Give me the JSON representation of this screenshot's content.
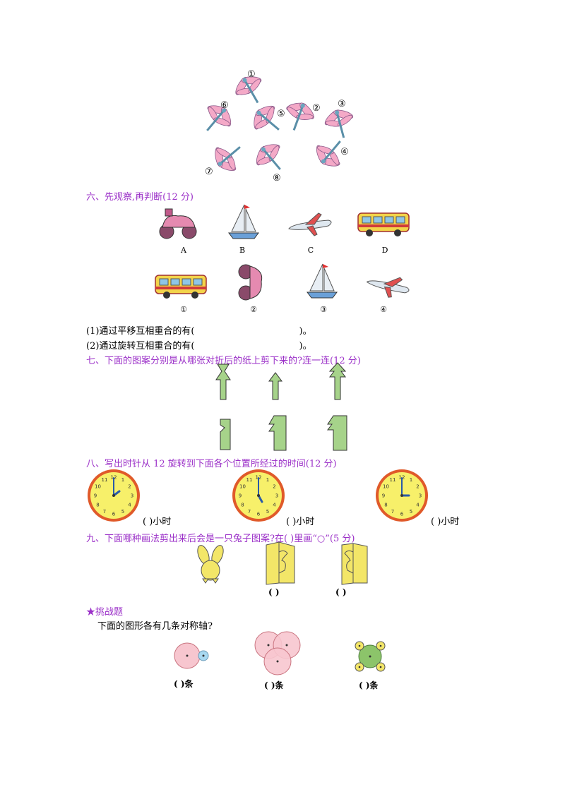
{
  "dragonflies": {
    "labels": [
      "①",
      "②",
      "③",
      "④",
      "⑤",
      "⑥",
      "⑦",
      "⑧"
    ]
  },
  "section6": {
    "title": "六、先观察,再判断(12 分)",
    "top_labels": [
      "A",
      "B",
      "C",
      "D"
    ],
    "bottom_labels": [
      "①",
      "②",
      "③",
      "④"
    ],
    "q1_prefix": "(1)通过平移互相重合的有(",
    "q1_suffix": ")。",
    "q2_prefix": "(2)通过旋转互相重合的有(",
    "q2_suffix": ")。"
  },
  "section7": {
    "title": "七、下面的图案分别是从哪张对折后的纸上剪下来的?连一连(12 分)"
  },
  "section8": {
    "title": "八、写出时针从 12 旋转到下面各个位置所经过的时间(12 分)",
    "clock_numbers": [
      "12",
      "1",
      "2",
      "3",
      "4",
      "5",
      "6",
      "7",
      "8",
      "9",
      "10",
      "11"
    ],
    "answer_paren": "(      )",
    "answer_unit": "小时"
  },
  "section9": {
    "title": "九、下面哪种画法剪出来后会是一只兔子图案?在(   )里画“○”(5 分)",
    "answer_blank": "(       )"
  },
  "challenge": {
    "title": "★挑战题",
    "question": "下面的图形各有几条对称轴?",
    "answer_paren": "(     )",
    "answer_unit": "条"
  },
  "colors": {
    "section_title": "#9b30c8",
    "clock_face": "#f7f06a",
    "clock_rim": "#e05a2a",
    "cut_paper_green": "#a6d38a",
    "circle_pink": "#f7c6cf"
  }
}
